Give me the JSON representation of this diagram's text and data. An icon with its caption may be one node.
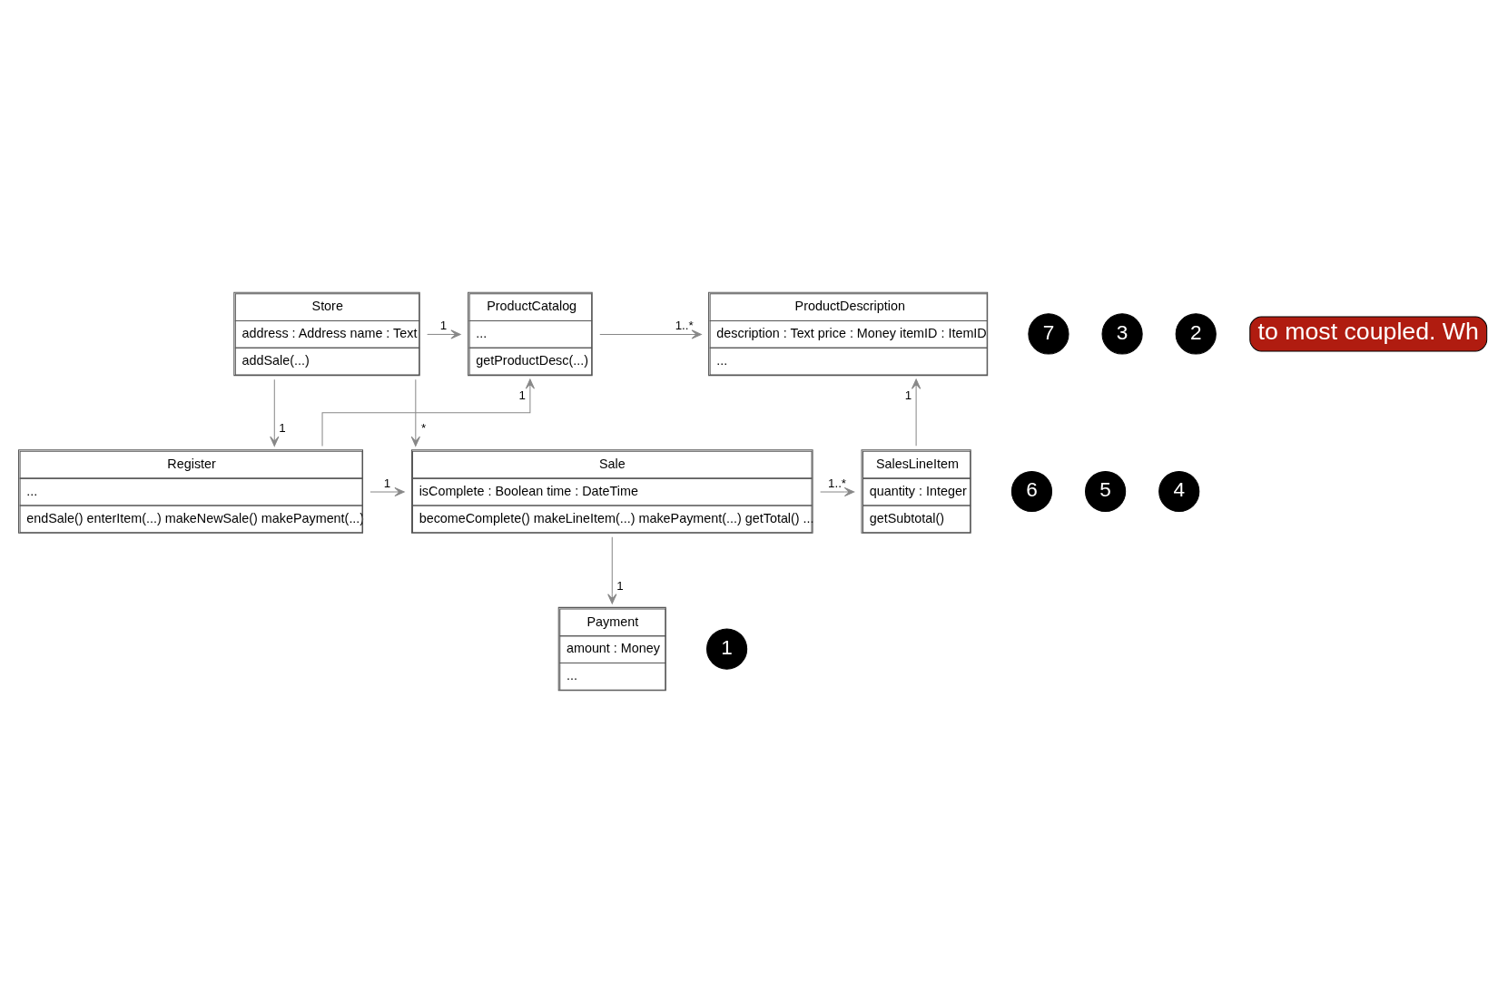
{
  "diagram": {
    "nodes": [
      {
        "text": [
          "Store",
          "address : Address name : Text",
          "addSale(...)"
        ]
      },
      {
        "text": [
          "7"
        ]
      },
      {
        "text": [
          "ProductCatalog",
          "...",
          "getProductDesc(...)"
        ]
      },
      {
        "text": [
          "3"
        ]
      },
      {
        "text": [
          "ProductDescription",
          "description : Text price : Money itemID : ItemID",
          "..."
        ]
      },
      {
        "text": [
          "2"
        ]
      },
      {
        "text": [
          "Register",
          "...",
          "endSale() enterItem(...) makeNewSale() makePayment(...)"
        ]
      },
      {
        "text": [
          "6"
        ]
      },
      {
        "text": [
          "Sale",
          "isComplete : Boolean time : DateTime",
          "becomeComplete() makeLineItem(...) makePayment(...) getTotal() ..."
        ]
      },
      {
        "text": [
          "5"
        ]
      },
      {
        "text": [
          "SalesLineItem",
          "quantity : Integer",
          "getSubtotal()"
        ]
      },
      {
        "text": [
          "4"
        ]
      },
      {
        "text": [
          "Payment",
          "amount : Money",
          "..."
        ]
      },
      {
        "text": [
          "1"
        ]
      }
    ],
    "edges": [
      {
        "from": 0,
        "to": 2,
        "arrow": "to",
        "label": "1"
      },
      {
        "from": 0,
        "to": 6,
        "arrow": "to",
        "label": "1"
      },
      {
        "from": 0,
        "to": 8,
        "arrow": "to",
        "label": "*"
      },
      {
        "from": 6,
        "to": 2,
        "arrow": "to",
        "label": "1"
      },
      {
        "from": 2,
        "to": 4,
        "arrow": "to",
        "label": "1..*"
      },
      {
        "from": 6,
        "to": 8,
        "arrow": "to",
        "label": "1"
      },
      {
        "from": 8,
        "to": 10,
        "arrow": "to",
        "label": "1..*"
      },
      {
        "from": 10,
        "to": 4,
        "arrow": "to",
        "label": "1"
      },
      {
        "from": 8,
        "to": 12,
        "arrow": "to",
        "label": "1"
      }
    ],
    "labels": [
      "to most coupled. Wh"
    ]
  }
}
